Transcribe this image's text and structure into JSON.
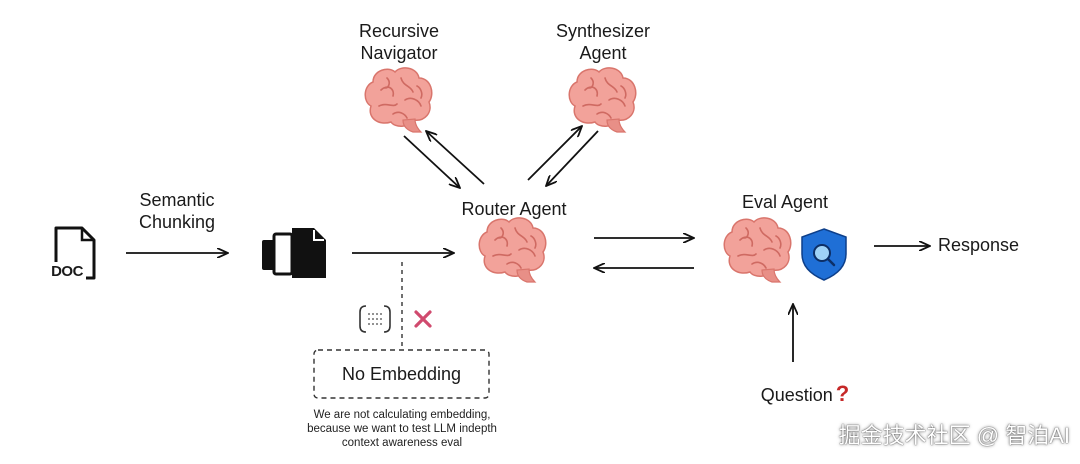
{
  "nodes": {
    "doc_label": "DOC",
    "semantic_line1": "Semantic",
    "semantic_line2": "Chunking",
    "recursive_line1": "Recursive",
    "recursive_line2": "Navigator",
    "synth_line1": "Synthesizer",
    "synth_line2": "Agent",
    "router": "Router Agent",
    "eval": "Eval Agent",
    "response": "Response",
    "question": "Question",
    "no_embedding": "No Embedding"
  },
  "note": {
    "line1": "We are not calculating embedding,",
    "line2": "because we want to test LLM indepth",
    "line3": "context awareness eval"
  },
  "icons": {
    "brain": "brain-icon",
    "shield": "shield-search-icon",
    "doc": "doc-file-icon",
    "chunks": "document-chunks-icon",
    "embedding": "embedding-vector-icon",
    "cross": "cross-icon",
    "question_mark": "red-question-mark-icon"
  },
  "colors": {
    "brain": "#f2a29a",
    "brain_dark": "#d9756c",
    "shield": "#1f6fd6",
    "cross": "#d04a6e",
    "question_mark": "#c62828"
  },
  "watermark": "掘金技术社区 @ 智泊AI"
}
